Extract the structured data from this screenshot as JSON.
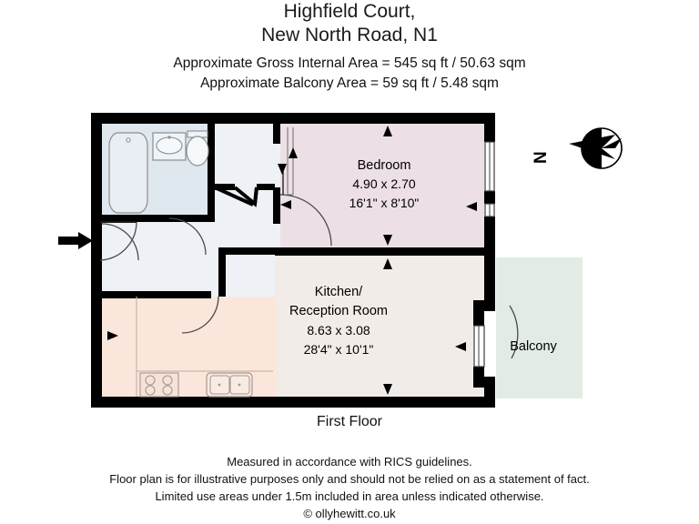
{
  "header": {
    "title_line1": "Highfield Court,",
    "title_line2": "New North Road, N1",
    "gross_area": "Approximate Gross Internal Area = 545 sq ft / 50.63 sqm",
    "balcony_area": "Approximate Balcony Area = 59 sq ft / 5.48 sqm"
  },
  "plan": {
    "floor_name": "First Floor",
    "compass_label": "N",
    "rooms": [
      {
        "name": "Bedroom",
        "dim_metric": "4.90 x 2.70",
        "dim_imperial": "16'1\" x 8'10\"",
        "fill": "#ece0e6"
      },
      {
        "name_line1": "Kitchen/",
        "name_line2": "Reception Room",
        "dim_metric": "8.63 x 3.08",
        "dim_imperial": "28'4\" x 10'1\"",
        "fill": "#f2ece8"
      },
      {
        "name": "Balcony",
        "fill": "#e2ece4"
      }
    ],
    "colors": {
      "wall": "#000000",
      "bedroom": "#ece0e6",
      "reception": "#f2ece8",
      "kitchen": "#fbe6dc",
      "bathroom": "#dfe7ef",
      "hall": "#eef2f6",
      "balcony": "#e2ece4",
      "fixture_stroke": "#8d8d8d"
    }
  },
  "footer": {
    "line1": "Measured in accordance with RICS guidelines.",
    "line2": "Floor plan is for illustrative purposes only and should not be relied on as a statement of fact.",
    "line3": "Limited use areas under 1.5m included in area unless indicated otherwise.",
    "line4": "© ollyhewitt.co.uk"
  }
}
